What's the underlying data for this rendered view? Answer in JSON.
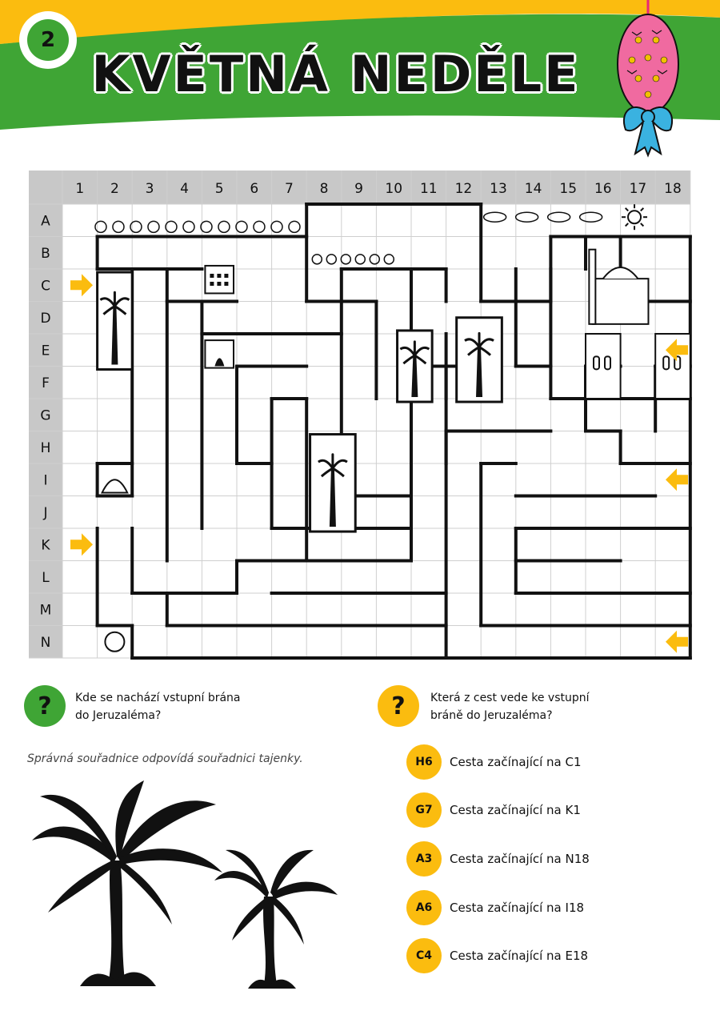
{
  "header": {
    "page_number": "2",
    "title": "KVĚTNÁ NEDĚLE"
  },
  "colors": {
    "green": "#3fa535",
    "yellow": "#fbbc0f",
    "grid_header": "#c8c8c8",
    "wall": "#111111"
  },
  "maze": {
    "columns": [
      "1",
      "2",
      "3",
      "4",
      "5",
      "6",
      "7",
      "8",
      "9",
      "10",
      "11",
      "12",
      "13",
      "14",
      "15",
      "16",
      "17",
      "18"
    ],
    "rows": [
      "A",
      "B",
      "C",
      "D",
      "E",
      "F",
      "G",
      "H",
      "I",
      "J",
      "K",
      "L",
      "M",
      "N"
    ]
  },
  "question1": {
    "text_line1": "Kde se nachází vstupní brána",
    "text_line2": "do Jeruzaléma?",
    "hint": "Správná souřadnice odpovídá souřadnici tajenky."
  },
  "question2": {
    "text_line1": "Která z cest vede ke vstupní",
    "text_line2": "bráně do Jeruzaléma?",
    "options": [
      {
        "code": "H6",
        "label": "Cesta začínající na C1"
      },
      {
        "code": "G7",
        "label": "Cesta začínající na K1"
      },
      {
        "code": "A3",
        "label": "Cesta začínající na N18"
      },
      {
        "code": "A6",
        "label": "Cesta začínající na I18"
      },
      {
        "code": "C4",
        "label": "Cesta začínající na E18"
      }
    ]
  },
  "question_mark": "?"
}
